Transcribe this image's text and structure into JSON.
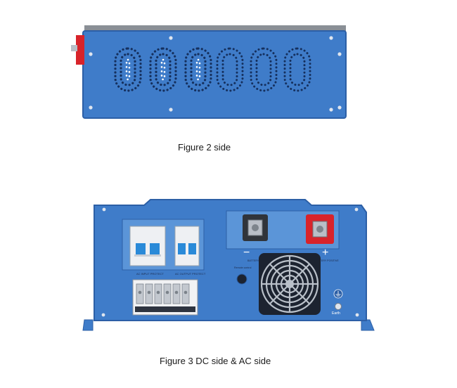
{
  "figure2": {
    "caption": "Figure 2 side"
  },
  "figure3": {
    "caption": "Figure 3 DC side & AC side",
    "labels": {
      "ac_input_protect": "AC INPUT PROTECT",
      "ac_output_protect": "AC OUTPUT PROTECT",
      "battery_negative": "BATTERY NEGATIVE",
      "battery_positive": "BATTERY POSITIVE",
      "remote_control": "Remote control",
      "earth": "Earth",
      "minus_sign": "−",
      "plus_sign": "+"
    }
  },
  "colors": {
    "panel_blue": "#3f7cc9",
    "panel_dark": "#2c5fa6",
    "terminal_red": "#d8232a",
    "breaker_white": "#eef0f3",
    "switch_blue": "#2a8ad8"
  },
  "icons": [
    "ground-icon",
    "fan-grille-icon",
    "vent-holes-icon"
  ]
}
